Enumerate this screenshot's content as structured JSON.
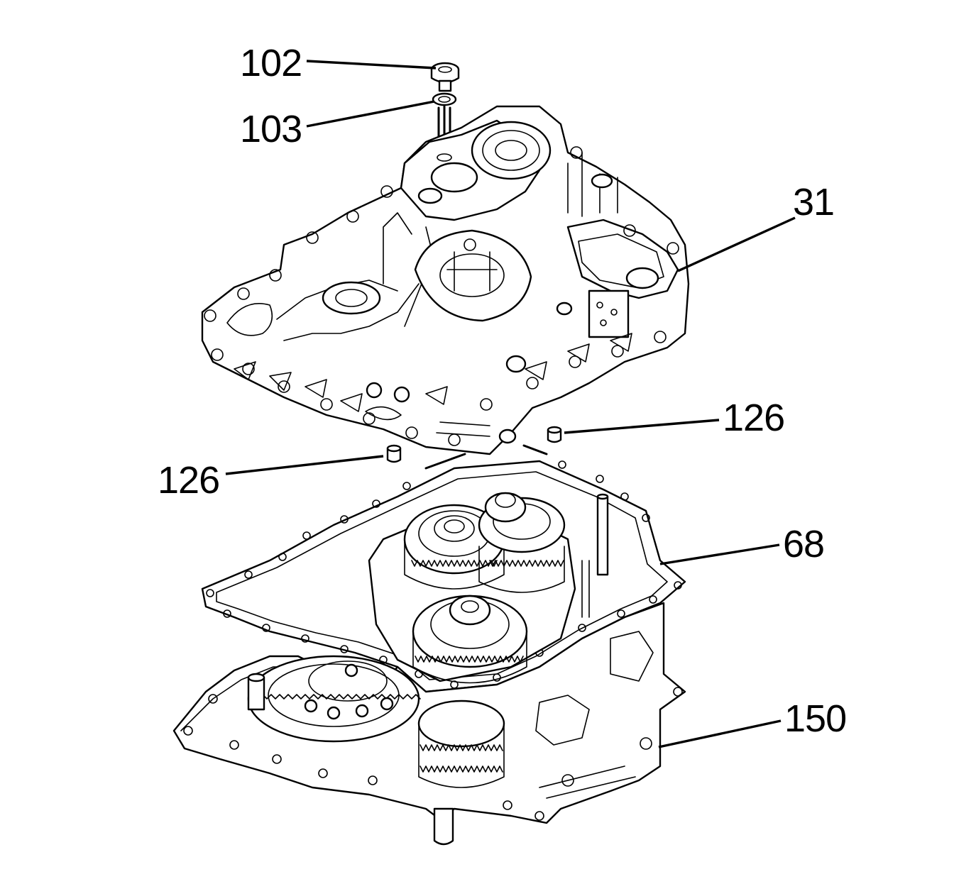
{
  "diagram": {
    "callouts": {
      "c102": "102",
      "c103": "103",
      "c31": "31",
      "c126_right": "126",
      "c126_left": "126",
      "c68": "68",
      "c150": "150"
    },
    "line_color": "#000000",
    "background": "#ffffff"
  }
}
